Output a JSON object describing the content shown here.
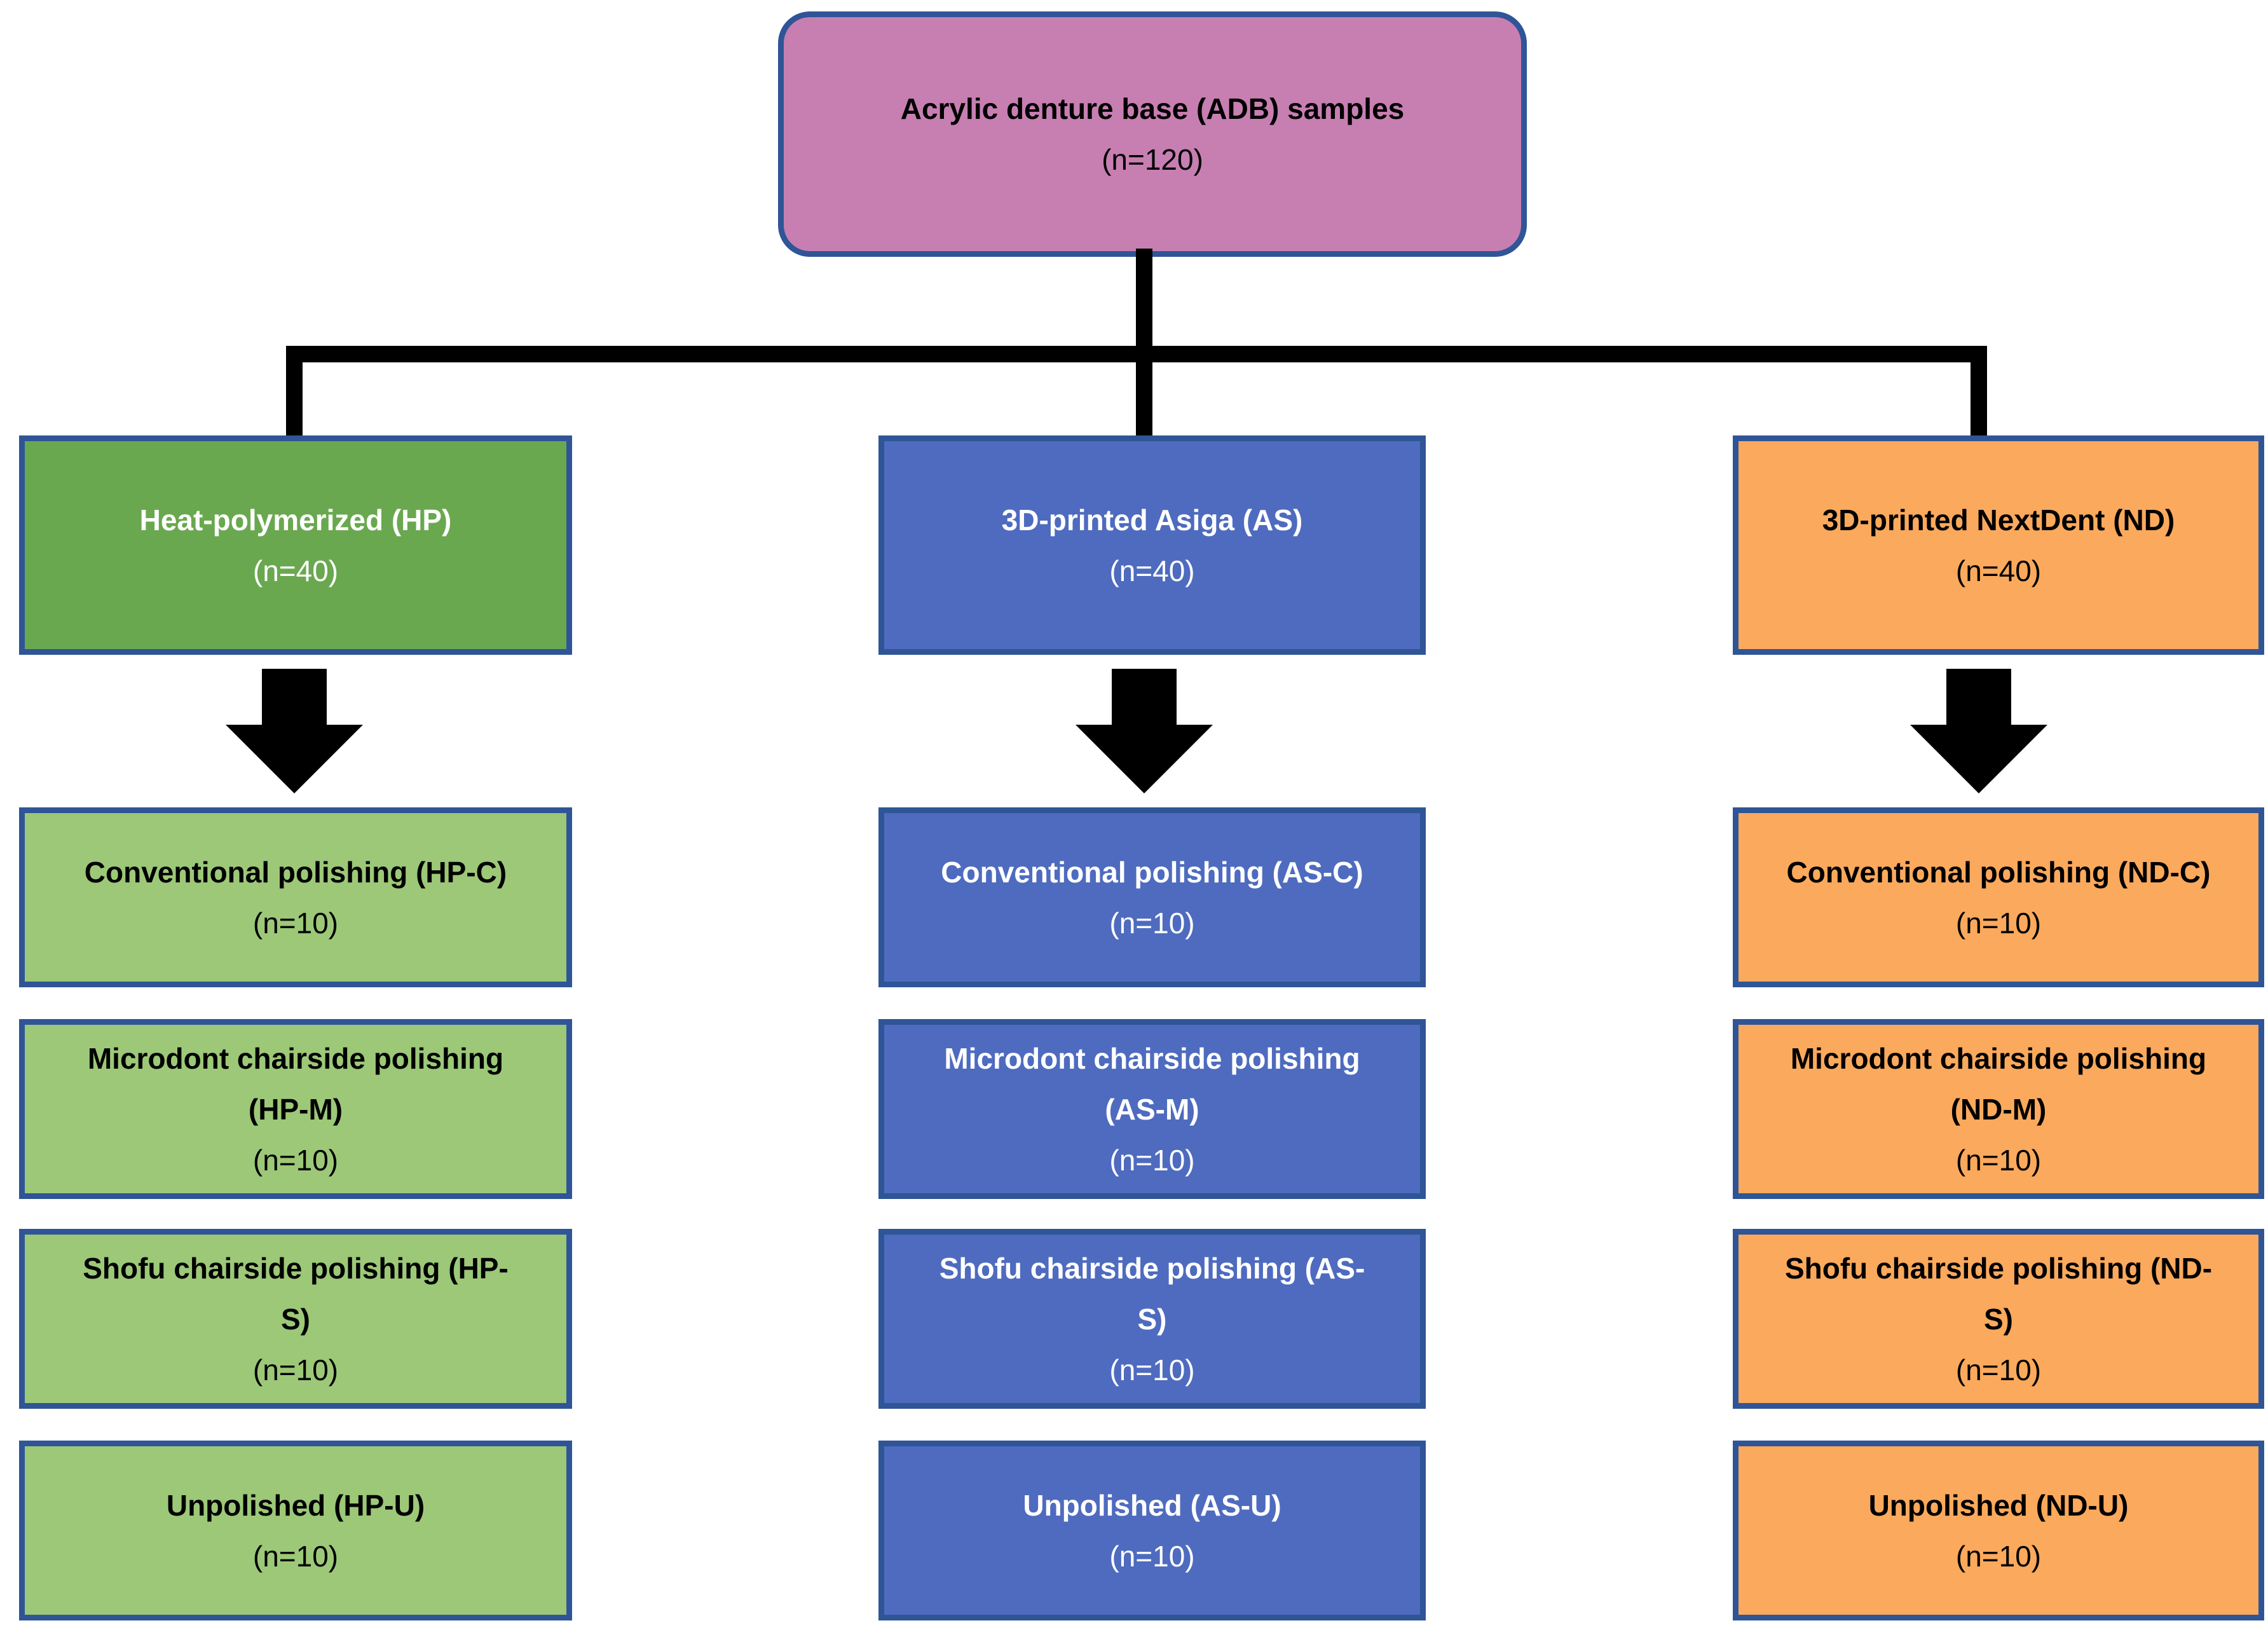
{
  "colors": {
    "pink": "#C77FB2",
    "green": "#6AA84F",
    "green_light": "#9CC878",
    "blue": "#4E6BBF",
    "orange": "#FBA95C",
    "border": "#2F5597",
    "line": "#000000"
  },
  "root": {
    "lines": [
      "Acrylic denture base (ADB) samples",
      "(n=120)"
    ]
  },
  "columns": [
    {
      "key": "hp",
      "header": {
        "lines": [
          "Heat-polymerized (HP)",
          "(n=40)"
        ]
      },
      "boxes": [
        {
          "lines": [
            "Conventional polishing (HP-C)",
            "(n=10)"
          ]
        },
        {
          "lines": [
            "Microdont chairside polishing",
            "(HP-M)",
            "(n=10)"
          ]
        },
        {
          "lines": [
            "Shofu chairside polishing (HP-",
            "S)",
            "(n=10)"
          ]
        },
        {
          "lines": [
            "Unpolished (HP-U)",
            "(n=10)"
          ]
        }
      ]
    },
    {
      "key": "as",
      "header": {
        "lines": [
          "3D-printed Asiga (AS)",
          "(n=40)"
        ]
      },
      "boxes": [
        {
          "lines": [
            "Conventional polishing (AS-C)",
            "(n=10)"
          ]
        },
        {
          "lines": [
            "Microdont chairside polishing",
            "(AS-M)",
            "(n=10)"
          ]
        },
        {
          "lines": [
            "Shofu chairside polishing (AS-",
            "S)",
            "(n=10)"
          ]
        },
        {
          "lines": [
            "Unpolished (AS-U)",
            "(n=10)"
          ]
        }
      ]
    },
    {
      "key": "nd",
      "header": {
        "lines": [
          "3D-printed NextDent (ND)",
          "(n=40)"
        ]
      },
      "boxes": [
        {
          "lines": [
            "Conventional polishing (ND-C)",
            "(n=10)"
          ]
        },
        {
          "lines": [
            "Microdont chairside polishing",
            "(ND-M)",
            "(n=10)"
          ]
        },
        {
          "lines": [
            "Shofu chairside polishing (ND-",
            "S)",
            "(n=10)"
          ]
        },
        {
          "lines": [
            "Unpolished (ND-U)",
            "(n=10)"
          ]
        }
      ]
    }
  ]
}
